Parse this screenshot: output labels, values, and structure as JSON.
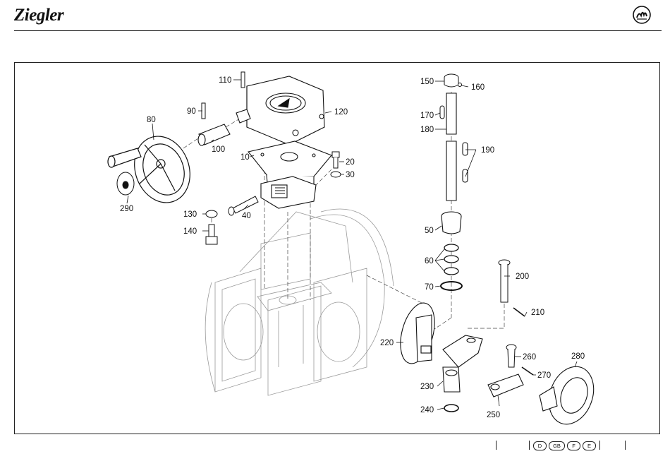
{
  "header": {
    "brand": "Ziegler",
    "brand_icon": "ziegler-emblem-icon"
  },
  "parts": {
    "p10": "10",
    "p20": "20",
    "p30": "30",
    "p40": "40",
    "p50": "50",
    "p60": "60",
    "p70": "70",
    "p80": "80",
    "p90": "90",
    "p100": "100",
    "p110": "110",
    "p120": "120",
    "p130": "130",
    "p140": "140",
    "p150": "150",
    "p160": "160",
    "p170": "170",
    "p180": "180",
    "p190": "190",
    "p200": "200",
    "p210": "210",
    "p220": "220",
    "p230": "230",
    "p240": "240",
    "p250": "250",
    "p260": "260",
    "p270": "270",
    "p280": "280",
    "p290": "290"
  },
  "footer": {
    "languages": [
      "D",
      "GB",
      "F",
      "E"
    ]
  },
  "colors": {
    "line": "#111111",
    "ghost": "#9a9a9a",
    "background": "#ffffff"
  }
}
